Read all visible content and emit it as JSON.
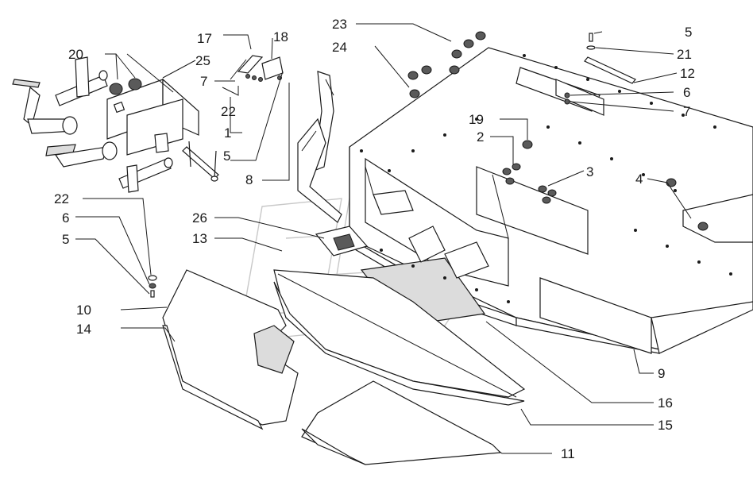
{
  "callouts": {
    "c1": "1",
    "c2": "2",
    "c3": "3",
    "c4": "4",
    "c5a": "5",
    "c5b": "5",
    "c5c": "5",
    "c6a": "6",
    "c6b": "6",
    "c7a": "7",
    "c7b": "7",
    "c8": "8",
    "c9": "9",
    "c10": "10",
    "c11": "11",
    "c12": "12",
    "c13": "13",
    "c14": "14",
    "c15": "15",
    "c16": "16",
    "c17": "17",
    "c18": "18",
    "c19": "19",
    "c20": "20",
    "c21": "21",
    "c22a": "22",
    "c22b": "22",
    "c23": "23",
    "c24": "24",
    "c25": "25",
    "c26": "26"
  }
}
